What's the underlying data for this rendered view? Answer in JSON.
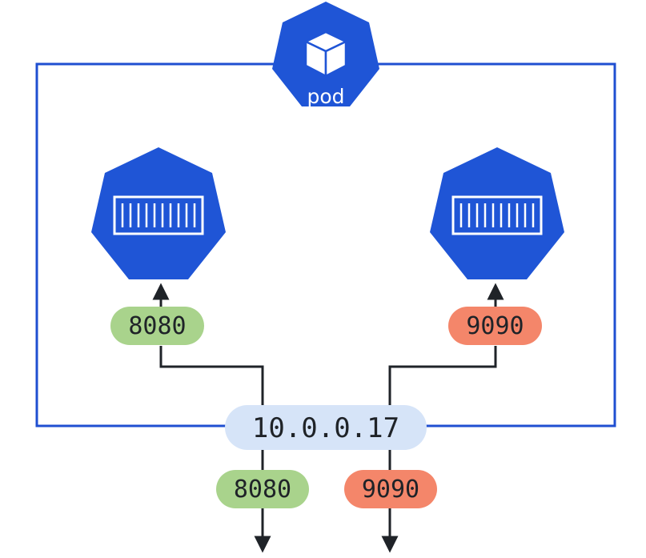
{
  "pod": {
    "label": "pod",
    "icon": "cube-icon"
  },
  "containers": [
    {
      "icon": "container-icon",
      "port": "8080"
    },
    {
      "icon": "container-icon",
      "port": "9090"
    }
  ],
  "network": {
    "ip": "10.0.0.17",
    "external_ports": [
      "8080",
      "9090"
    ]
  },
  "colors": {
    "pod_border": "#1f4fd1",
    "hexagon_fill": "#1f55d6",
    "port_8080": "#a9d38c",
    "port_9090": "#f4866a",
    "ip_pill": "#d6e4f8",
    "line": "#1f2328"
  }
}
